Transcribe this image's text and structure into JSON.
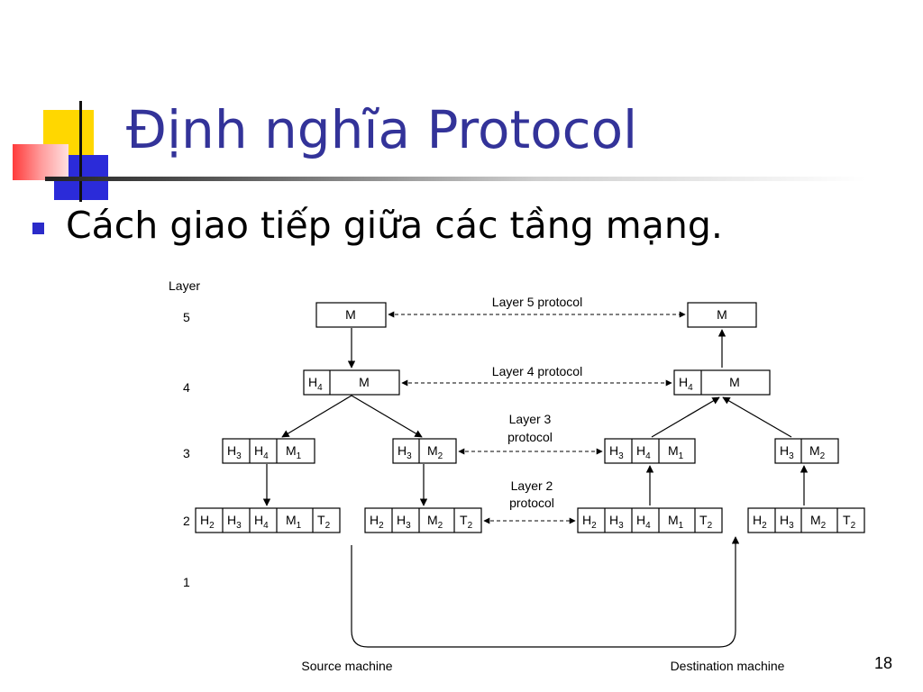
{
  "slide": {
    "title": "Định nghĩa Protocol",
    "bullet": "Cách giao tiếp giữa các tầng mạng.",
    "page_number": "18"
  },
  "diagram": {
    "layer_heading": "Layer",
    "layer_numbers": [
      "5",
      "4",
      "3",
      "2",
      "1"
    ],
    "protocol_labels": {
      "layer5": "Layer 5 protocol",
      "layer4": "Layer 4 protocol",
      "layer3_line1": "Layer 3",
      "layer3_line2": "protocol",
      "layer2_line1": "Layer 2",
      "layer2_line2": "protocol"
    },
    "source_label": "Source machine",
    "destination_label": "Destination machine",
    "cells": {
      "M": "M",
      "H": "H",
      "T": "T",
      "M_sub": "M"
    },
    "subscripts": [
      "1",
      "2",
      "3",
      "4"
    ]
  },
  "colors": {
    "title": "#333399",
    "bullet": "#2b2bc9",
    "deco_yellow": "#ffd700",
    "deco_blue": "#2b2bd9",
    "deco_red": "#ff4444"
  }
}
